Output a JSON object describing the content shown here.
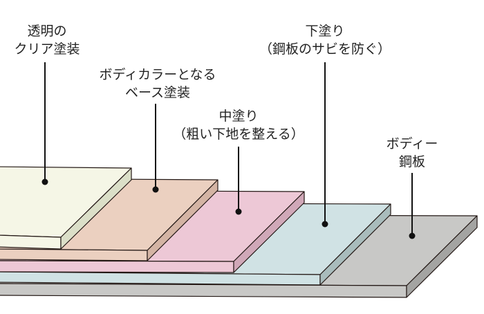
{
  "layers": [
    {
      "id": "steel",
      "line1": "ボディー",
      "line2": "鋼板",
      "top": "#c8c8c6",
      "side": "#a4a4a2"
    },
    {
      "id": "primer",
      "line1": "下塗り",
      "line2": "（鋼板のサビを防ぐ）",
      "top": "#d0e2e4",
      "side": "#a9bcbc"
    },
    {
      "id": "intermediate",
      "line1": "中塗り",
      "line2": "（粗い下地を整える）",
      "top": "#edc8d6",
      "side": "#d0a8b8"
    },
    {
      "id": "base",
      "line1": "ボディカラーとなる",
      "line2": "ベース塗装",
      "top": "#ebd0c0",
      "side": "#d4b4a4"
    },
    {
      "id": "clear",
      "line1": "透明の",
      "line2": "クリア塗装",
      "top": "#f5f6e6",
      "side": "#dbdfc8"
    }
  ]
}
